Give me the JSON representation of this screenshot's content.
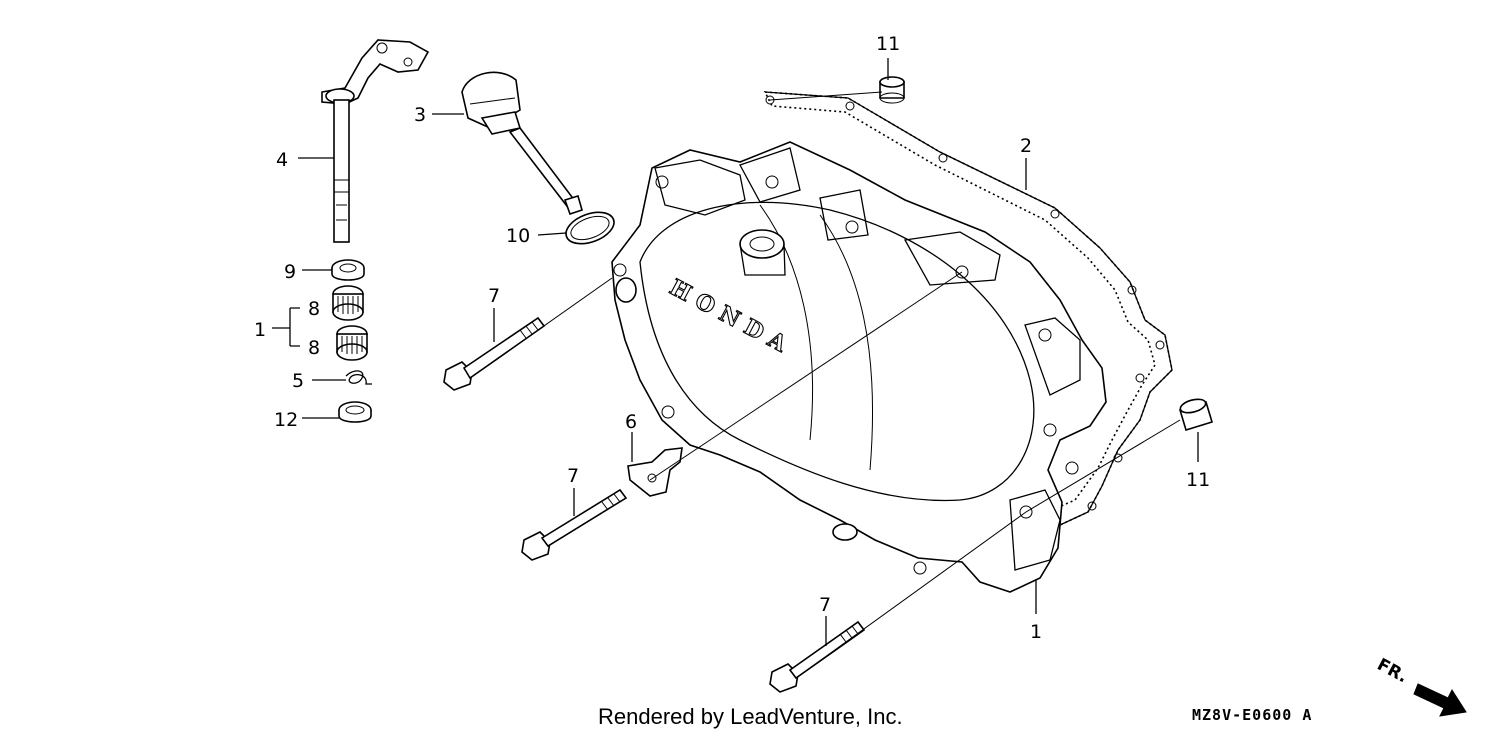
{
  "callouts": {
    "c1_left": "1",
    "c1_right": "1",
    "c2": "2",
    "c3": "3",
    "c4": "4",
    "c5": "5",
    "c6": "6",
    "c7_a": "7",
    "c7_b": "7",
    "c7_c": "7",
    "c8_a": "8",
    "c8_b": "8",
    "c9": "9",
    "c10": "10",
    "c11_top": "11",
    "c11_right": "11",
    "c12": "12"
  },
  "cover_brand": "HONDA",
  "footer": {
    "credit": "Rendered by LeadVenture, Inc.",
    "diagram_code": "MZ8V-E0600 A",
    "direction_label": "FR."
  }
}
